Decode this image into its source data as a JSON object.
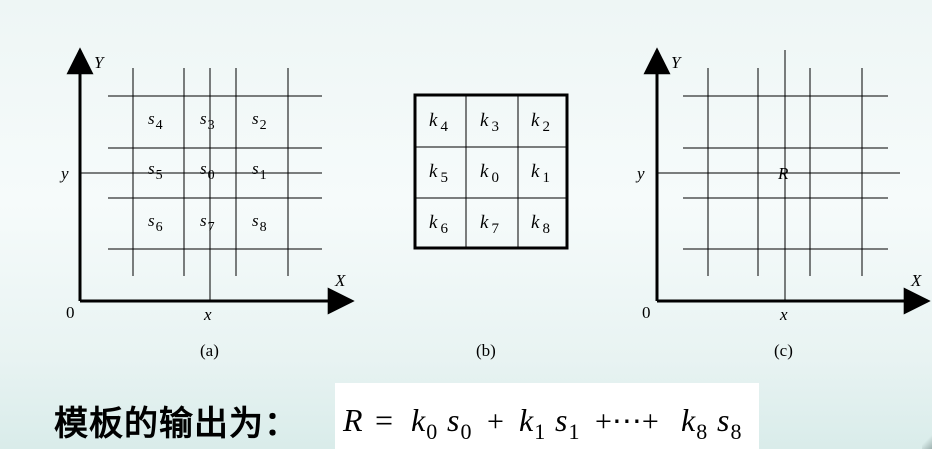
{
  "panels": {
    "a": {
      "caption": "(a)",
      "axis_y": "Y",
      "axis_x": "X",
      "tick_y": "y",
      "tick_x": "x",
      "origin": "0",
      "cells": [
        {
          "b": "s",
          "n": "4"
        },
        {
          "b": "s",
          "n": "3"
        },
        {
          "b": "s",
          "n": "2"
        },
        {
          "b": "s",
          "n": "5"
        },
        {
          "b": "s",
          "n": "0"
        },
        {
          "b": "s",
          "n": "1"
        },
        {
          "b": "s",
          "n": "6"
        },
        {
          "b": "s",
          "n": "7"
        },
        {
          "b": "s",
          "n": "8"
        }
      ]
    },
    "b": {
      "caption": "(b)",
      "cells": [
        {
          "b": "k",
          "n": "4"
        },
        {
          "b": "k",
          "n": "3"
        },
        {
          "b": "k",
          "n": "2"
        },
        {
          "b": "k",
          "n": "5"
        },
        {
          "b": "k",
          "n": "0"
        },
        {
          "b": "k",
          "n": "1"
        },
        {
          "b": "k",
          "n": "6"
        },
        {
          "b": "k",
          "n": "7"
        },
        {
          "b": "k",
          "n": "8"
        }
      ]
    },
    "c": {
      "caption": "(c)",
      "axis_y": "Y",
      "axis_x": "X",
      "tick_y": "y",
      "tick_x": "x",
      "origin": "0",
      "center_label": "R"
    }
  },
  "formula": {
    "label": "模板的输出为：",
    "lhs": "R",
    "eq": "=",
    "terms": [
      {
        "b": "k",
        "n": "0"
      },
      {
        "b": "s",
        "n": "0"
      },
      {
        "op": "+"
      },
      {
        "b": "k",
        "n": "1"
      },
      {
        "b": "s",
        "n": "1"
      },
      {
        "op": "+⋯+"
      },
      {
        "b": "k",
        "n": "8"
      },
      {
        "b": "s",
        "n": "8"
      }
    ]
  }
}
